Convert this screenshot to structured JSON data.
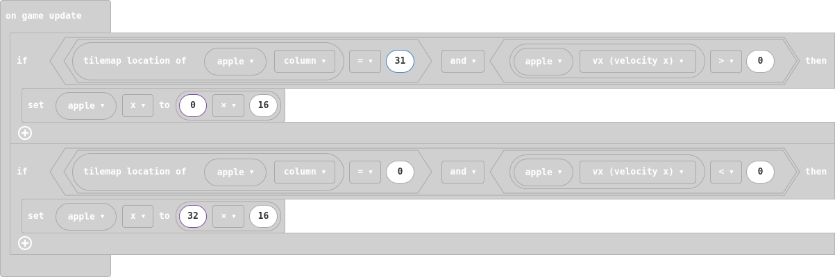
{
  "event": {
    "label": "on game update"
  },
  "if1": {
    "if_label": "if",
    "then_label": "then",
    "and_label": "and",
    "left": {
      "func_label": "tilemap location of",
      "sprite": "apple",
      "prop": "column",
      "op": "=",
      "value": "31"
    },
    "right": {
      "sprite": "apple",
      "prop": "vx (velocity x)",
      "op": ">",
      "value": "0"
    },
    "body": {
      "set_label": "set",
      "sprite": "apple",
      "prop": "x",
      "to_label": "to",
      "a": "0",
      "op": "×",
      "b": "16"
    }
  },
  "if2": {
    "if_label": "if",
    "then_label": "then",
    "and_label": "and",
    "left": {
      "func_label": "tilemap location of",
      "sprite": "apple",
      "prop": "column",
      "op": "=",
      "value": "0"
    },
    "right": {
      "sprite": "apple",
      "prop": "vx (velocity x)",
      "op": "<",
      "value": "0"
    },
    "body": {
      "set_label": "set",
      "sprite": "apple",
      "prop": "x",
      "to_label": "to",
      "a": "32",
      "op": "×",
      "b": "16"
    }
  },
  "colors": {
    "block": "#d0d0d0",
    "border": "#b4b4b4",
    "text": "#ffffff",
    "number_text": "#333333",
    "selected_blue": "#3b7fc4",
    "selected_purple": "#7a4fa3"
  },
  "icons": {
    "dropdown": "caret-down-icon",
    "add": "plus-circle-icon"
  }
}
